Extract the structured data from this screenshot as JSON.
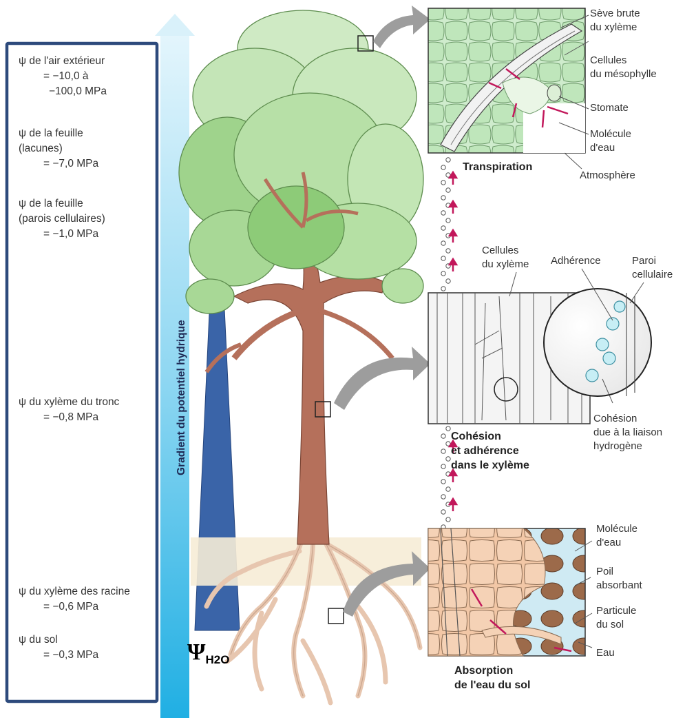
{
  "left_panel": {
    "entries": [
      {
        "label": "ψ de l'air extérieur",
        "lines": [
          "= −10,0 à",
          "−100,0 MPa"
        ]
      },
      {
        "label": "ψ de la feuille",
        "sub": "(lacunes)",
        "lines": [
          "= −7,0 MPa"
        ]
      },
      {
        "label": "ψ de la feuille",
        "sub": "(parois cellulaires)",
        "lines": [
          "= −1,0 MPa"
        ]
      },
      {
        "label": "ψ du xylème du tronc",
        "lines": [
          "= −0,8 MPa"
        ]
      },
      {
        "label": "ψ du xylème des racine",
        "lines": [
          "= −0,6 MPa"
        ]
      },
      {
        "label": "ψ du sol",
        "lines": [
          "= −0,3 MPa"
        ]
      }
    ]
  },
  "gradient_label": "Gradient du potentiel hydrique",
  "psi_symbol": "Ψ",
  "psi_subscript": "H2O",
  "transpiration": {
    "title": "Transpiration",
    "labels": {
      "seve_1": "Sève brute",
      "seve_2": "du xylème",
      "cellules_1": "Cellules",
      "cellules_2": "du mésophylle",
      "stomate": "Stomate",
      "molecule_1": "Molécule",
      "molecule_2": "d'eau",
      "atmosphere": "Atmosphère"
    }
  },
  "cohesion": {
    "title_lines": [
      "Cohésion",
      "et adhérence",
      "dans le xylème"
    ],
    "labels": {
      "cellules_1": "Cellules",
      "cellules_2": "du xylème",
      "adherence": "Adhérence",
      "paroi_1": "Paroi",
      "paroi_2": "cellulaire",
      "cohesion_1": "Cohésion",
      "cohesion_2": "due à la liaison",
      "cohesion_3": "hydrogène"
    }
  },
  "absorption": {
    "title_lines": [
      "Absorption",
      "de l'eau du sol"
    ],
    "labels": {
      "molecule_1": "Molécule",
      "molecule_2": "d'eau",
      "poil_1": "Poil",
      "poil_2": "absorbant",
      "particule_1": "Particule",
      "particule_2": "du sol",
      "eau": "Eau"
    }
  },
  "colors": {
    "panel_border": "#2d4a7c",
    "wedge": "#3a64a8",
    "gradient_top": "#d8f1fb",
    "gradient_bottom": "#2bb6e6",
    "foliage": "#a9d89a",
    "trunk": "#b5705b",
    "roots": "#f2d6c2",
    "arrow_magenta": "#c2185b",
    "callout_gray": "#9a9a9a"
  }
}
